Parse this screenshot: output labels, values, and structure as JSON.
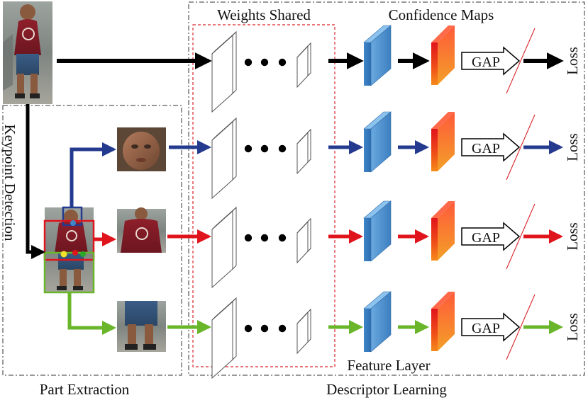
{
  "labels": {
    "weights_shared": "Weights Shared",
    "confidence_maps": "Confidence Maps",
    "keypoint_detection": "Keypoint Detection",
    "feature_layer": "Feature Layer",
    "part_extraction": "Part Extraction",
    "descriptor_learning": "Descriptor Learning",
    "gap": "GAP",
    "loss": "Loss"
  },
  "branches": [
    {
      "id": "full-body",
      "color": "#000000"
    },
    {
      "id": "head",
      "color": "#243a8f"
    },
    {
      "id": "upper-body",
      "color": "#e0141c"
    },
    {
      "id": "lower-body",
      "color": "#69b62b"
    }
  ],
  "keypoint_colors": [
    "#f2e22c",
    "#e0141c",
    "#2aa82a"
  ]
}
